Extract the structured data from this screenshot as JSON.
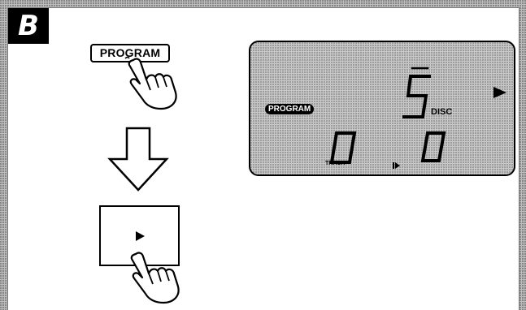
{
  "badge": {
    "letter": "B"
  },
  "step1": {
    "button_label": "PROGRAM"
  },
  "step2": {
    "button_symbol": "▶"
  },
  "display": {
    "program_indicator": "PROGRAM",
    "disc_label": "DISC",
    "disc_number": "5",
    "track_label": "TRACK",
    "track_digits": "0 0"
  },
  "colors": {
    "background_screen": "#bdbdbd",
    "lcd_background": "#c9c9c9",
    "ink": "#000000"
  },
  "icons": [
    "pointing-hand-icon",
    "down-arrow-icon",
    "play-icon",
    "next-track-icon",
    "play-indicator-icon"
  ]
}
